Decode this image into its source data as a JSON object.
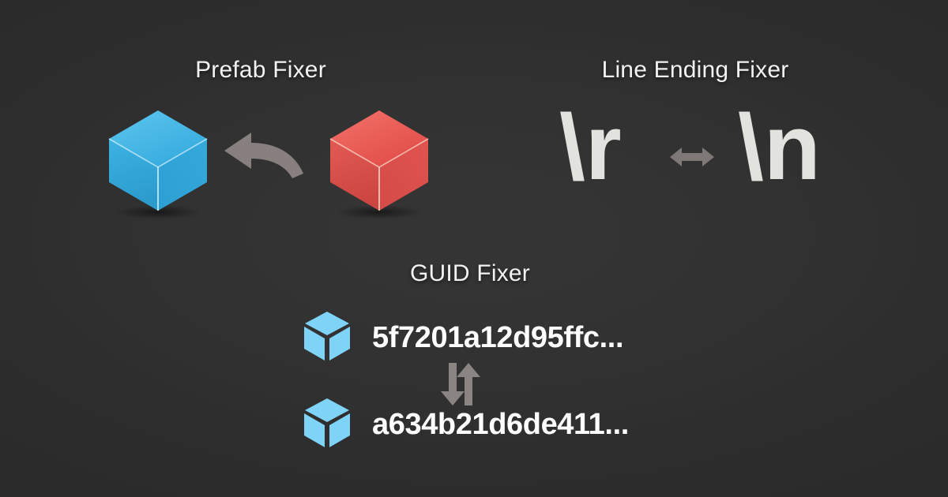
{
  "background": {
    "color": "#2e2e2e",
    "center_color": "#353535"
  },
  "sections": {
    "prefab": {
      "title": "Prefab Fixer",
      "source_cube": {
        "icon": "isometric-cube-icon",
        "color": "#3aaede",
        "top_color": "#55c4ec",
        "label": "red-prefab-cube"
      },
      "target_cube": {
        "icon": "isometric-cube-icon",
        "color": "#e2534f",
        "top_color": "#ef6a63",
        "label": "blue-prefab-cube"
      },
      "arrow": {
        "icon": "curved-arrow-left-icon",
        "color": "#87807f",
        "direction": "left"
      }
    },
    "line_ending": {
      "title": "Line Ending Fixer",
      "left_token": "\\r",
      "right_token": "\\n",
      "swap_icon": "left-right-arrow-icon",
      "swap_color": "#7e7877",
      "token_color": "#e2e2de"
    },
    "guid": {
      "title": "GUID Fixer",
      "rows": [
        {
          "icon": "cube-icon",
          "icon_color": "#7fd3f7",
          "guid": "5f7201a12d95ffc..."
        },
        {
          "icon": "cube-icon",
          "icon_color": "#7fd3f7",
          "guid": "a634b21d6de411..."
        }
      ],
      "swap_icon": "up-down-swap-arrows-icon",
      "swap_color": "#8a8483"
    }
  }
}
